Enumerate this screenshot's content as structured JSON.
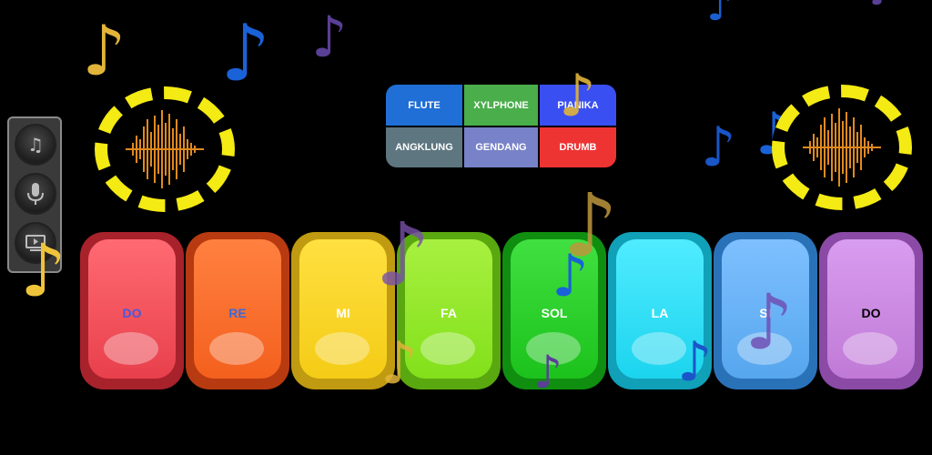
{
  "instruments": [
    {
      "label": "FLUTE",
      "color": "#1f6fd6"
    },
    {
      "label": "XYLPHONE",
      "color": "#4aae4a"
    },
    {
      "label": "PIANIKA",
      "color": "#3a4ff2"
    },
    {
      "label": "ANGKLUNG",
      "color": "#5e7680"
    },
    {
      "label": "GENDANG",
      "color": "#7882c8"
    },
    {
      "label": "DRUMB",
      "color": "#ee3333"
    }
  ],
  "toolbar": {
    "buttons": [
      {
        "icon": "song-list-icon"
      },
      {
        "icon": "microphone-icon"
      },
      {
        "icon": "video-icon"
      }
    ]
  },
  "keys": [
    {
      "label": "DO",
      "color": "#ee4a55",
      "label_color": "#4a5ad8"
    },
    {
      "label": "RE",
      "color": "#fa6a2a",
      "label_color": "#3a6ad8"
    },
    {
      "label": "MI",
      "color": "#f6d21e",
      "label_color": "#ffffff"
    },
    {
      "label": "FA",
      "color": "#8ae61e",
      "label_color": "#ffffff"
    },
    {
      "label": "SOL",
      "color": "#22c422",
      "label_color": "#ffffff"
    },
    {
      "label": "LA",
      "color": "#1ed8f0",
      "label_color": "#ffffff"
    },
    {
      "label": "SI",
      "color": "#5aaaf0",
      "label_color": "#ffffff"
    },
    {
      "label": "DO",
      "color": "#c27ed8",
      "label_color": "#000000"
    }
  ],
  "speaker_color": "#f4ea14",
  "wave_color": "#e08a1e"
}
